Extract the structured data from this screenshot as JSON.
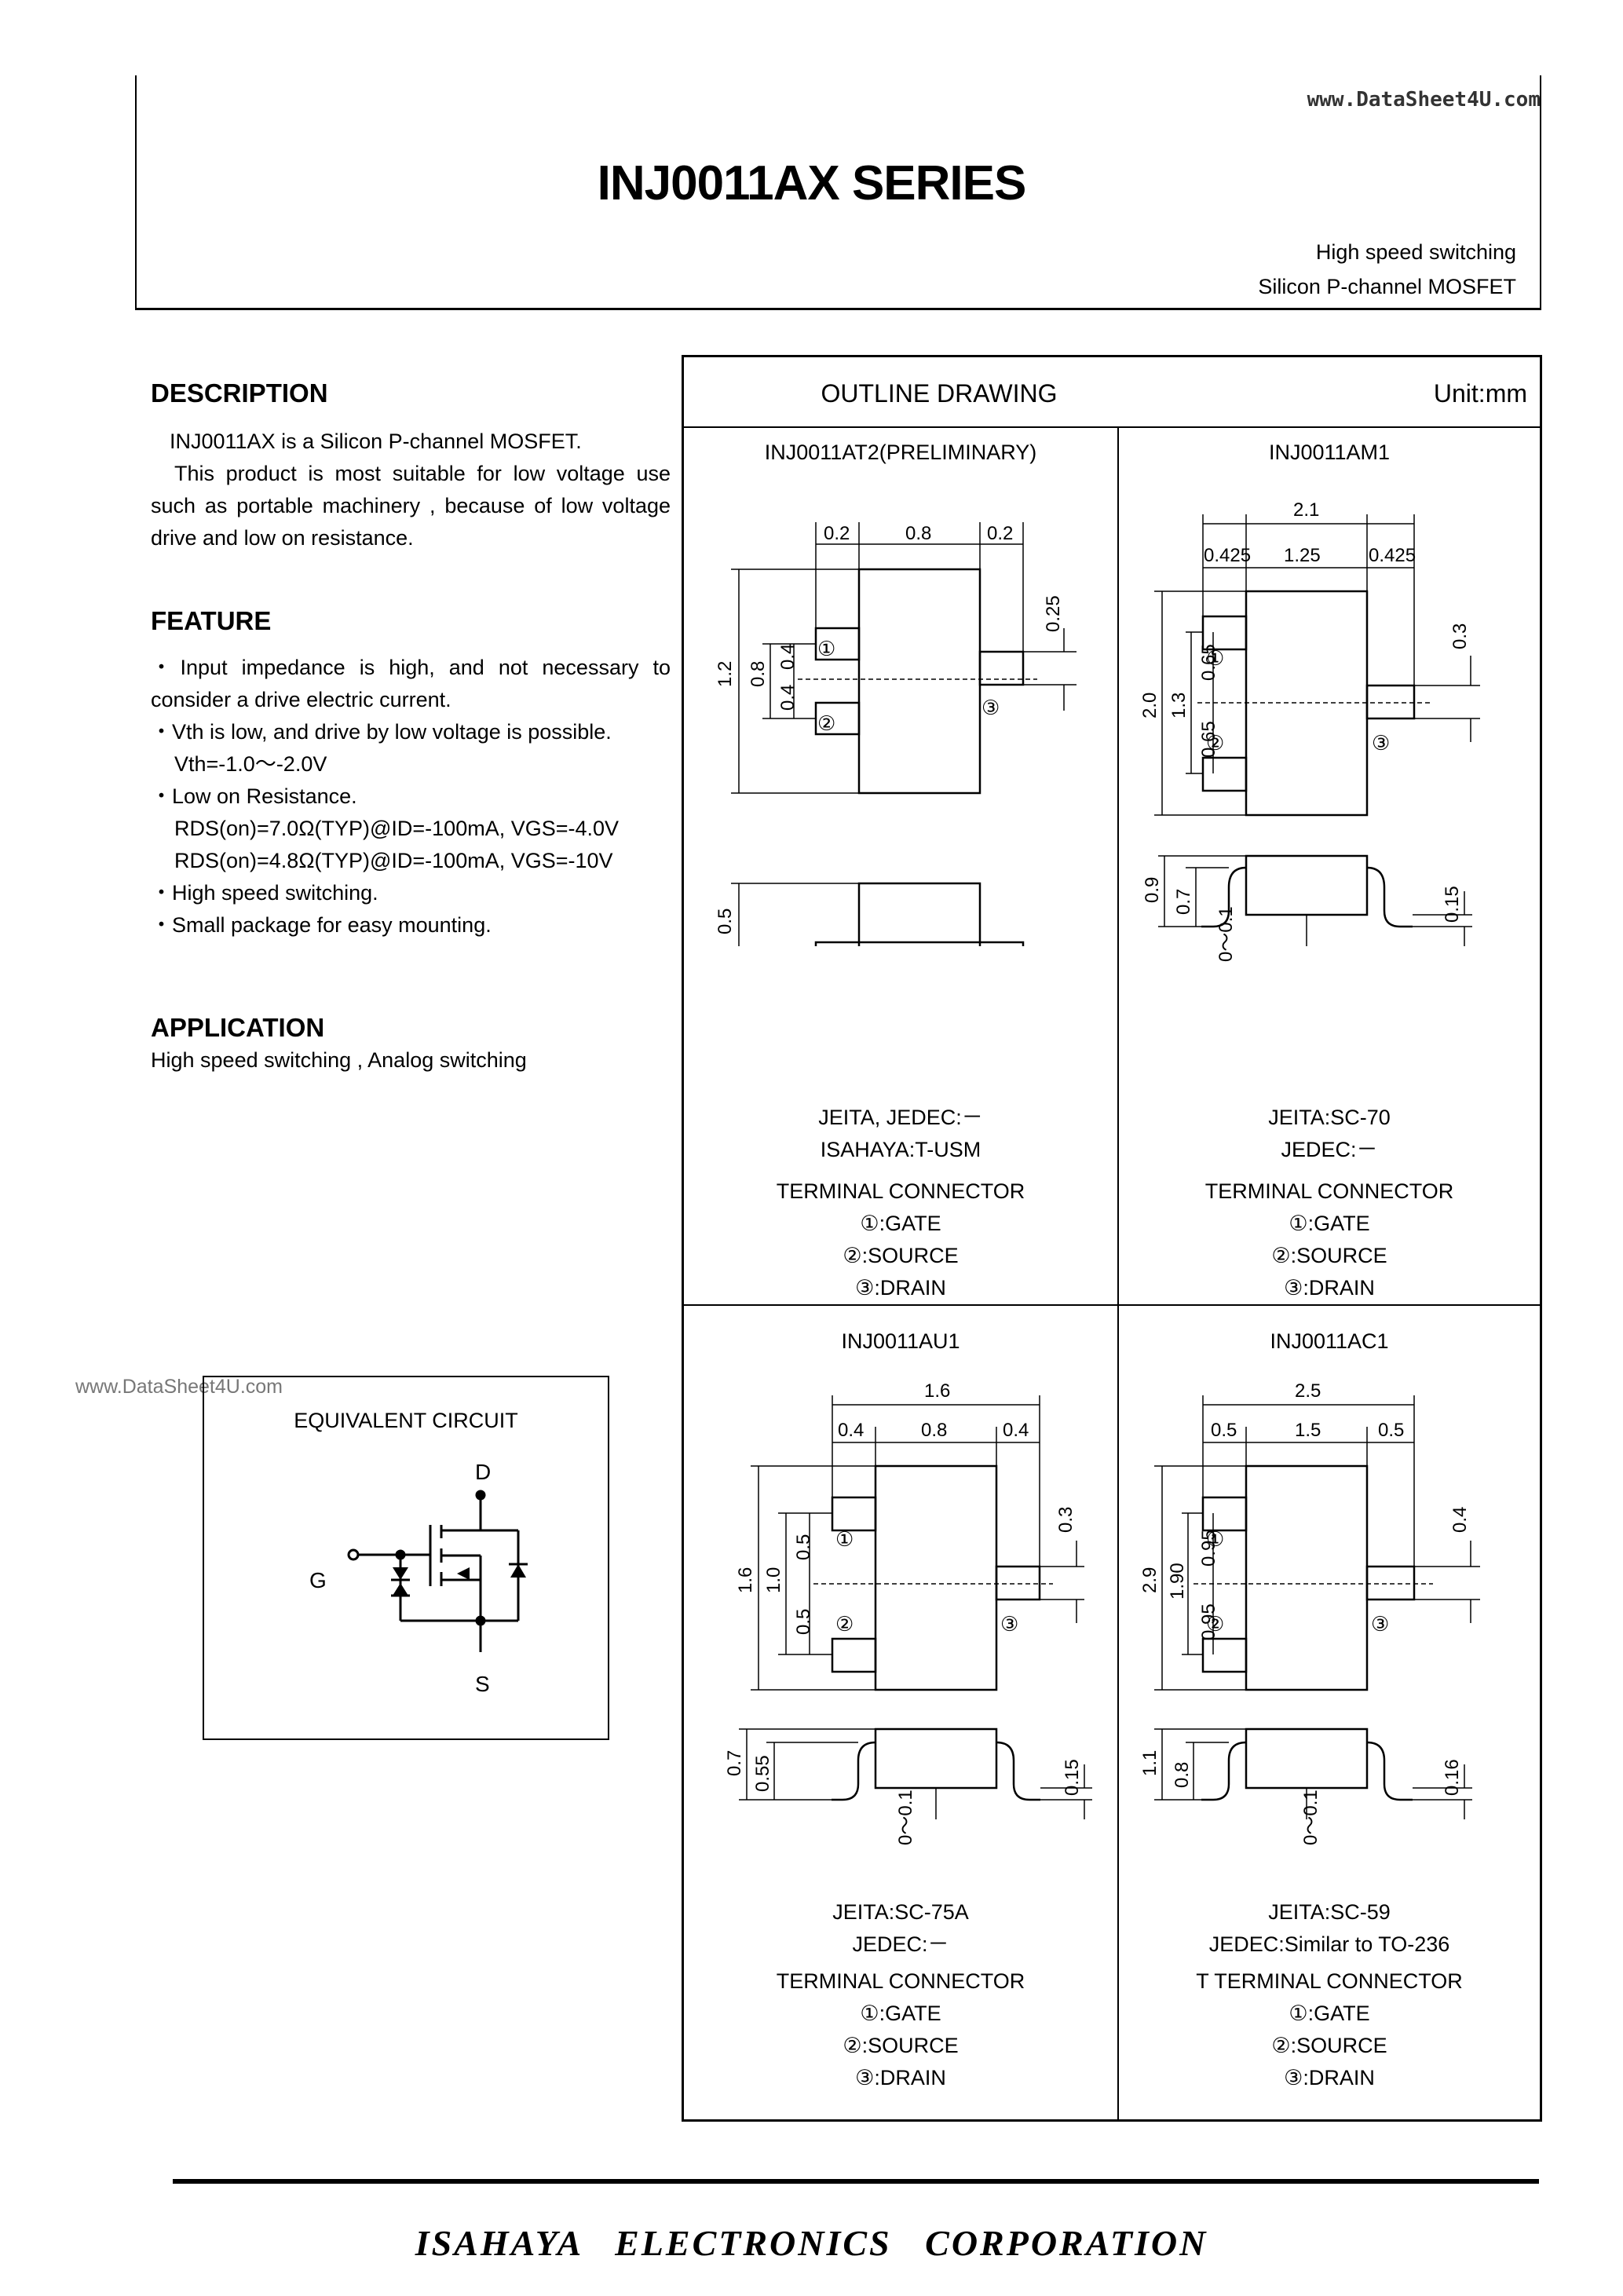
{
  "header": {
    "watermark": "www.DataSheet4U.com",
    "title": "INJ0011AX  SERIES",
    "subtitle1": "High speed switching",
    "subtitle2": "Silicon P-channel MOSFET"
  },
  "description": {
    "heading": "DESCRIPTION",
    "lines": [
      "INJ0011AX is a Silicon P-channel MOSFET.",
      "This product is most suitable for low voltage use such as portable machinery , because of low voltage drive and low on resistance."
    ]
  },
  "feature": {
    "heading": "FEATURE",
    "items": [
      "・Input impedance is high, and not necessary to consider a drive electric current.",
      "・Vth is low, and drive by low voltage is possible.",
      "Vth=-1.0～-2.0V",
      "・Low on Resistance.",
      "RDS(on)=7.0Ω(TYP)@ID=-100mA, VGS=-4.0V",
      "RDS(on)=4.8Ω(TYP)@ID=-100mA, VGS=-10V",
      "・High speed switching.",
      "・Small package for easy mounting."
    ]
  },
  "application": {
    "heading": "APPLICATION",
    "text": "High speed switching , Analog switching"
  },
  "watermark_mid": "www.DataSheet4U.com",
  "equivalent_circuit": {
    "title": "EQUIVALENT CIRCUIT",
    "d": "D",
    "g": "G",
    "s": "S"
  },
  "outline": {
    "title": "OUTLINE DRAWING",
    "unit": "Unit:mm",
    "terminal_gate": "①:GATE",
    "terminal_source": "②:SOURCE",
    "terminal_drain": "③:DRAIN",
    "packages": [
      {
        "name": "INJ0011AT2(PRELIMINARY)",
        "std1": "JEITA, JEDEC:－",
        "std2": "ISAHAYA:T-USM",
        "terminal": "TERMINAL CONNECTOR",
        "dims": {
          "total_w": "",
          "left": "0.2",
          "mid": "0.8",
          "right": "0.2",
          "h_total": "1.2",
          "h_pitch": "0.8",
          "p1": "0.4",
          "p2": "0.4",
          "lead": "0.25",
          "side_h": "0.5",
          "side_inner": "",
          "side_lead": "",
          "standoff": ""
        }
      },
      {
        "name": "INJ0011AM1",
        "std1": "JEITA:SC-70",
        "std2": "JEDEC:－",
        "terminal": "TERMINAL CONNECTOR",
        "dims": {
          "total_w": "2.1",
          "left": "0.425",
          "mid": "1.25",
          "right": "0.425",
          "h_total": "2.0",
          "h_pitch": "1.3",
          "p1": "0.65",
          "p2": "0.65",
          "lead": "0.3",
          "side_h": "0.9",
          "side_inner": "0.7",
          "side_lead": "0.15",
          "standoff": "0～0.1"
        }
      },
      {
        "name": "INJ0011AU1",
        "std1": "JEITA:SC-75A",
        "std2": "JEDEC:－",
        "terminal": "TERMINAL CONNECTOR",
        "dims": {
          "total_w": "1.6",
          "left": "0.4",
          "mid": "0.8",
          "right": "0.4",
          "h_total": "1.6",
          "h_pitch": "1.0",
          "p1": "0.5",
          "p2": "0.5",
          "lead": "0.3",
          "side_h": "0.7",
          "side_inner": "0.55",
          "side_lead": "0.15",
          "standoff": "0～0.1"
        }
      },
      {
        "name": "INJ0011AC1",
        "std1": "JEITA:SC-59",
        "std2": "JEDEC:Similar to TO-236",
        "terminal": "T TERMINAL CONNECTOR",
        "dims": {
          "total_w": "2.5",
          "left": "0.5",
          "mid": "1.5",
          "right": "0.5",
          "h_total": "2.9",
          "h_pitch": "1.90",
          "p1": "0.95",
          "p2": "0.95",
          "lead": "0.4",
          "side_h": "1.1",
          "side_inner": "0.8",
          "side_lead": "0.16",
          "standoff": "0～0.1"
        }
      }
    ]
  },
  "footer": {
    "company": "ISAHAYA ELECTRONICS CORPORATION"
  }
}
